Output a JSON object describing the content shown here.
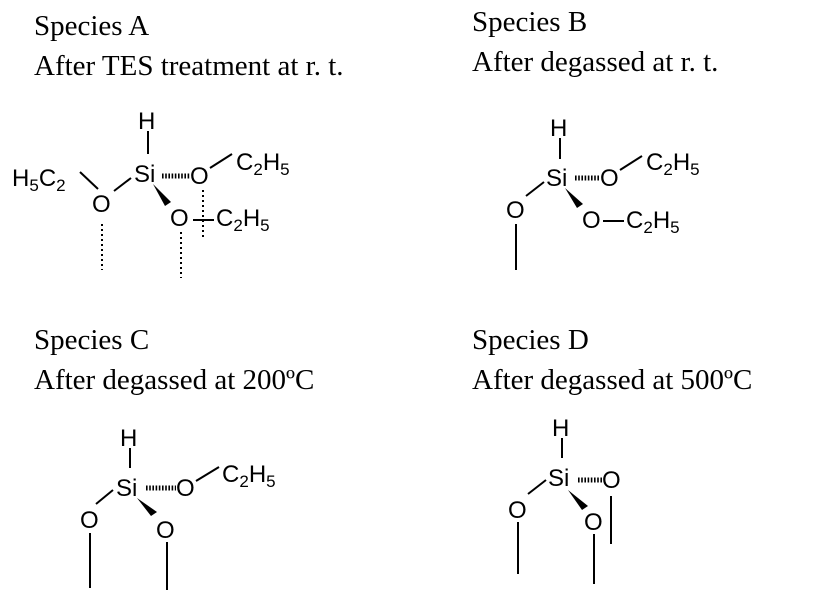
{
  "species": [
    {
      "id": "A",
      "name": "Species A",
      "condition": "After TES treatment at r. t.",
      "atoms": {
        "h": "H",
        "si": "Si",
        "o_wedge": "O",
        "o_bold": "O",
        "o_left": "O",
        "ethyl_right": [
          "C",
          "2",
          "H",
          "5"
        ],
        "ethyl_low": [
          "C",
          "2",
          "H",
          "5"
        ],
        "ethyl_left": [
          "H",
          "5",
          "C",
          "2"
        ]
      }
    },
    {
      "id": "B",
      "name": "Species B",
      "condition": "After degassed at r. t.",
      "atoms": {
        "h": "H",
        "si": "Si",
        "o_wedge": "O",
        "o_bold": "O",
        "o_left": "O",
        "ethyl_right": [
          "C",
          "2",
          "H",
          "5"
        ],
        "ethyl_low": [
          "C",
          "2",
          "H",
          "5"
        ]
      }
    },
    {
      "id": "C",
      "name": "Species C",
      "condition": "After degassed at 200ºC",
      "atoms": {
        "h": "H",
        "si": "Si",
        "o_wedge": "O",
        "o_bold": "O",
        "o_left": "O",
        "ethyl_right": [
          "C",
          "2",
          "H",
          "5"
        ]
      }
    },
    {
      "id": "D",
      "name": "Species D",
      "condition": "After degassed at 500ºC",
      "atoms": {
        "h": "H",
        "si": "Si",
        "o_wedge": "O",
        "o_bold": "O",
        "o_left": "O"
      }
    }
  ]
}
